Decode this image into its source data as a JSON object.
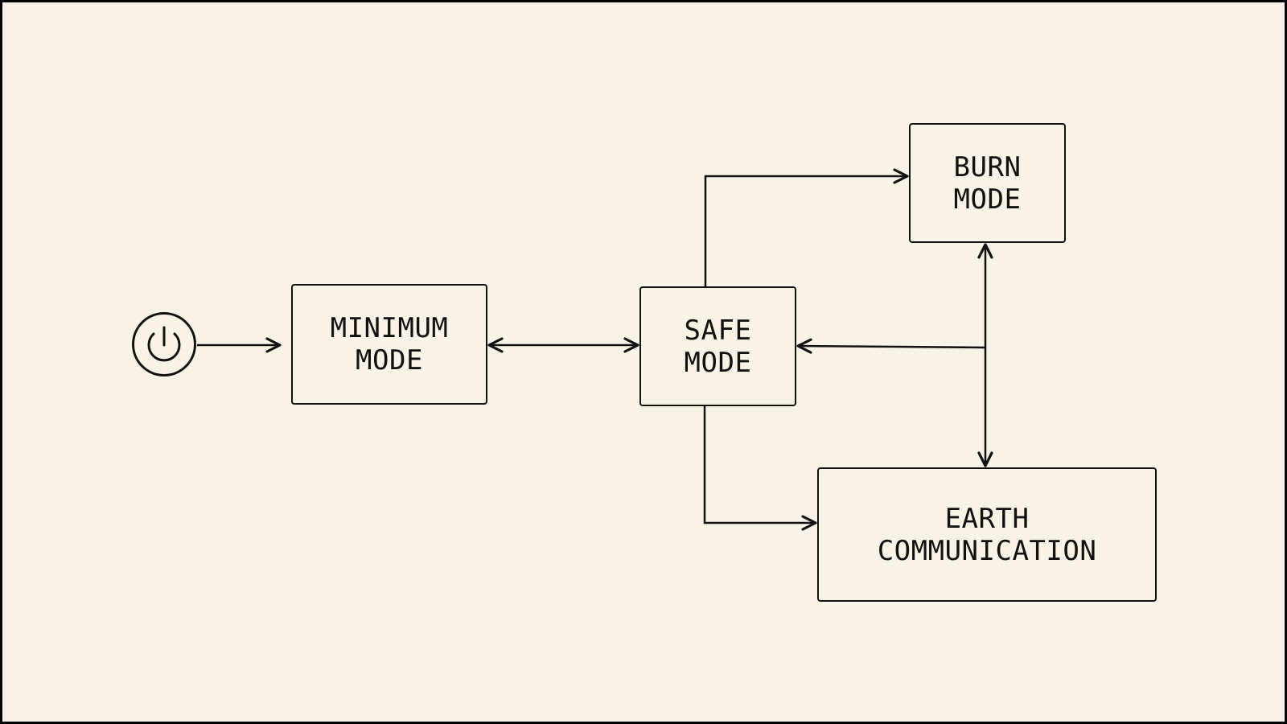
{
  "diagram": {
    "nodes": [
      {
        "id": "minimum",
        "lines": [
          "MINIMUM",
          "MODE"
        ]
      },
      {
        "id": "safe",
        "lines": [
          "SAFE",
          "MODE"
        ]
      },
      {
        "id": "burn",
        "lines": [
          "BURN",
          "MODE"
        ]
      },
      {
        "id": "earth",
        "lines": [
          "EARTH",
          "COMMUNICATION"
        ]
      }
    ],
    "start_icon": "power-icon",
    "edges": [
      {
        "from": "power-icon",
        "to": "minimum",
        "direction": "forward"
      },
      {
        "from": "minimum",
        "to": "safe",
        "direction": "both"
      },
      {
        "from": "safe",
        "to": "burn",
        "direction": "forward"
      },
      {
        "from": "safe",
        "to": "earth",
        "direction": "forward"
      },
      {
        "from": "burn",
        "to": "earth",
        "direction": "both"
      },
      {
        "from": "burn-earth-link",
        "to": "safe",
        "direction": "forward"
      }
    ],
    "colors": {
      "background": "#f8f3e8",
      "stroke": "#111111",
      "frame": "#000000"
    }
  }
}
